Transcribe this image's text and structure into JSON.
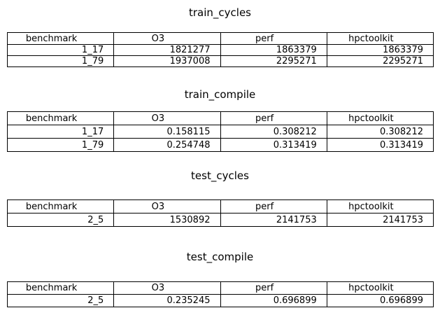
{
  "chart_data": [
    {
      "type": "table",
      "title": "train_cycles",
      "columns": [
        "benchmark",
        "O3",
        "perf",
        "hpctoolkit"
      ],
      "rows": [
        [
          "1_17",
          "1821277",
          "1863379",
          "1863379"
        ],
        [
          "1_79",
          "1937008",
          "2295271",
          "2295271"
        ]
      ]
    },
    {
      "type": "table",
      "title": "train_compile",
      "columns": [
        "benchmark",
        "O3",
        "perf",
        "hpctoolkit"
      ],
      "rows": [
        [
          "1_17",
          "0.158115",
          "0.308212",
          "0.308212"
        ],
        [
          "1_79",
          "0.254748",
          "0.313419",
          "0.313419"
        ]
      ]
    },
    {
      "type": "table",
      "title": "test_cycles",
      "columns": [
        "benchmark",
        "O3",
        "perf",
        "hpctoolkit"
      ],
      "rows": [
        [
          "2_5",
          "1530892",
          "2141753",
          "2141753"
        ]
      ]
    },
    {
      "type": "table",
      "title": "test_compile",
      "columns": [
        "benchmark",
        "O3",
        "perf",
        "hpctoolkit"
      ],
      "rows": [
        [
          "2_5",
          "0.235245",
          "0.696899",
          "0.696899"
        ]
      ]
    }
  ]
}
